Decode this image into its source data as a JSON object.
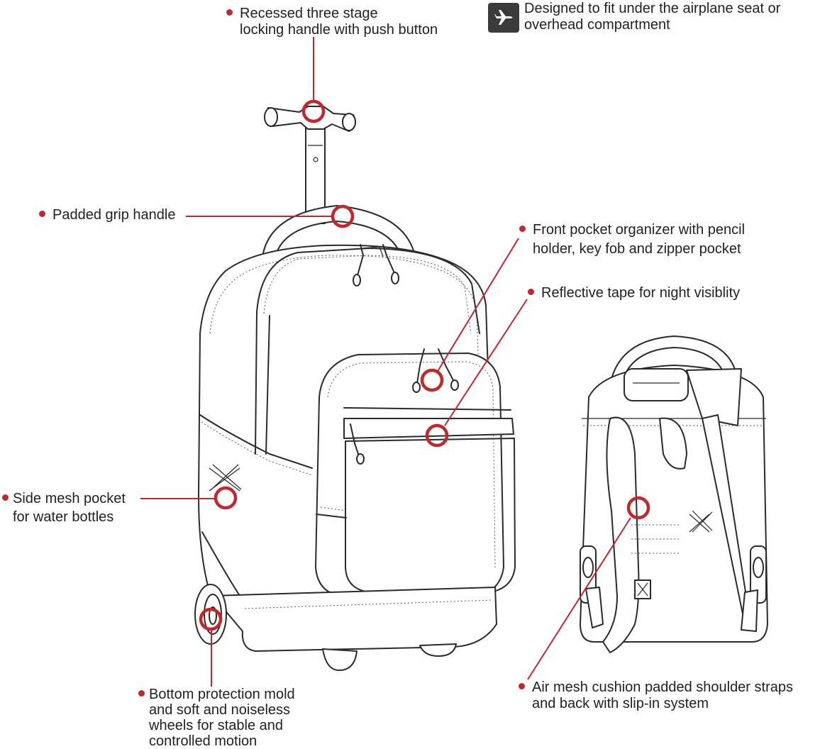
{
  "colors": {
    "accent": "#c1272d",
    "ink": "#231f20",
    "badge": "#3b3b3b"
  },
  "icons": {
    "travel": "airplane-icon"
  },
  "callouts": {
    "handle": {
      "lines": [
        "Recessed three stage",
        "locking handle with push button"
      ]
    },
    "airplane": {
      "lines": [
        "Designed to fit under the airplane seat or",
        "overhead compartment"
      ]
    },
    "grip": {
      "lines": [
        "Padded grip handle"
      ]
    },
    "organizer": {
      "lines": [
        "Front pocket organizer with pencil",
        "holder, key fob and zipper pocket"
      ]
    },
    "reflective": {
      "lines": [
        "Reflective tape for night visiblity"
      ]
    },
    "mesh": {
      "lines": [
        "Side mesh pocket",
        "for water bottles"
      ]
    },
    "wheels": {
      "lines": [
        "Bottom protection mold",
        "and soft and noiseless",
        "wheels for stable and",
        "controlled motion"
      ]
    },
    "straps": {
      "lines": [
        "Air mesh cushion padded shoulder straps",
        "and back with slip-in system"
      ]
    }
  }
}
